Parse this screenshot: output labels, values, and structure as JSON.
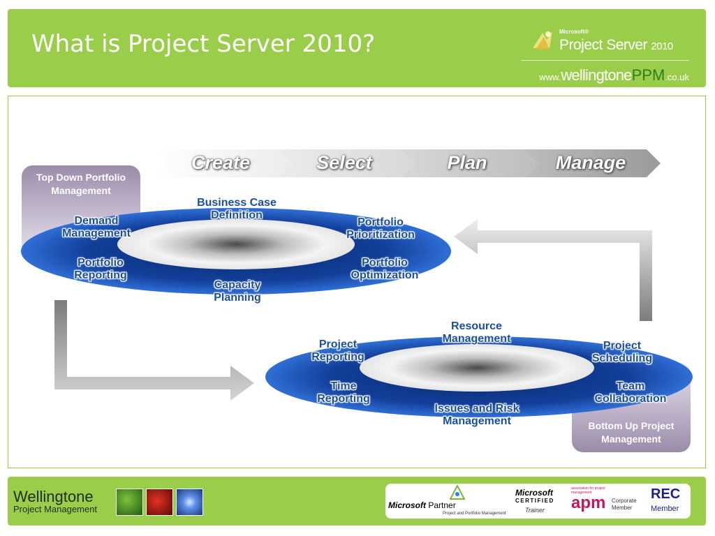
{
  "header": {
    "title": "What is Project Server 2010?",
    "brand": {
      "microsoft": "Microsoft®",
      "product": "Project Server",
      "version": "2010",
      "url_prefix": "www.",
      "url_name": "wellingtone",
      "url_ppm": "PPM",
      "url_suffix": ".co.uk"
    }
  },
  "diagram": {
    "stages": [
      "Create",
      "Select",
      "Plan",
      "Manage"
    ],
    "top_note": "Top Down Portfolio Management",
    "bottom_note": "Bottom Up Project Management",
    "portfolio_items": [
      "Business Case Definition",
      "Demand Management",
      "Portfolio Prioritization",
      "Portfolio Reporting",
      "Portfolio Optimization",
      "Capacity Planning"
    ],
    "project_items": [
      "Resource Management",
      "Project Reporting",
      "Project Scheduling",
      "Time Reporting",
      "Team Collaboration",
      "Issues and Risk Management"
    ],
    "colors": {
      "ring_dark": "#0b2a6e",
      "ring_light": "#2f6fd6",
      "label_text": "#1a4f9c",
      "arrow": "#8a8a8a",
      "note_box": "#9b8caa",
      "header_green": "#9acd4a"
    }
  },
  "footer": {
    "company_name": "Wellingtone",
    "company_sub": "Project Management",
    "badges": {
      "ms_partner": "Microsoft",
      "ms_partner_word": "Partner",
      "ms_partner_sub": "Project and Portfolio Management",
      "mct_line1": "Microsoft",
      "mct_line2": "CERTIFIED",
      "mct_line3": "Trainer",
      "apm_small": "association for project management",
      "apm": "apm",
      "apm_member": "Corporate Member",
      "rec": "REC",
      "rec_member": "Member"
    },
    "icons": [
      "leaf-icon",
      "apple-icon",
      "flower-icon"
    ]
  }
}
